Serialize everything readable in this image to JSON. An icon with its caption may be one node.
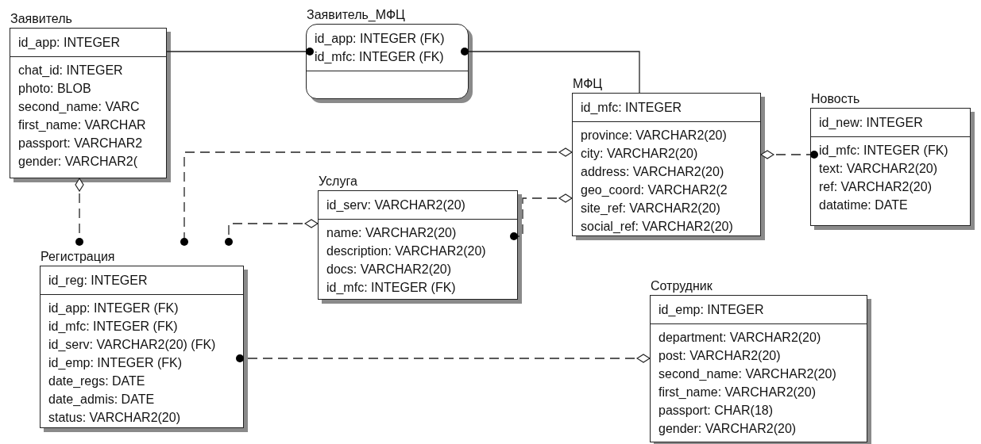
{
  "diagram": {
    "nodes": [
      {
        "text": [
          "Заявитель",
          "id_app: INTEGER",
          "chat_id: INTEGER",
          "photo: BLOB",
          "second_name: VARC",
          "first_name: VARCHAR",
          "passport: VARCHAR2",
          "gender: VARCHAR2("
        ]
      },
      {
        "text": [
          "Заявитель_МФЦ",
          "id_app: INTEGER (FK)",
          "id_mfc: INTEGER (FK)"
        ]
      },
      {
        "text": [
          "МФЦ",
          "id_mfc: INTEGER",
          "province: VARCHAR2(20)",
          "city: VARCHAR2(20)",
          "address: VARCHAR2(20)",
          "geo_coord: VARCHAR2(2",
          "site_ref: VARCHAR2(20)",
          "social_ref: VARCHAR2(20)"
        ]
      },
      {
        "text": [
          "Новость",
          "id_new: INTEGER",
          "id_mfc: INTEGER (FK)",
          "text: VARCHAR2(20)",
          "ref: VARCHAR2(20)",
          "datatime: DATE"
        ]
      },
      {
        "text": [
          "Услуга",
          "id_serv: VARCHAR2(20)",
          "name: VARCHAR2(20)",
          "description: VARCHAR2(20)",
          "docs: VARCHAR2(20)",
          "id_mfc: INTEGER (FK)"
        ]
      },
      {
        "text": [
          "Регистрация",
          "id_reg: INTEGER",
          "id_app: INTEGER (FK)",
          "id_mfc: INTEGER (FK)",
          "id_serv: VARCHAR2(20) (FK)",
          "id_emp: INTEGER (FK)",
          "date_regs: DATE",
          "date_admis: DATE",
          "status: VARCHAR2(20)"
        ]
      },
      {
        "text": [
          "Сотрудник",
          "id_emp: INTEGER",
          "department: VARCHAR2(20)",
          "post: VARCHAR2(20)",
          "second_name: VARCHAR2(20)",
          "first_name: VARCHAR2(20)",
          "passport: CHAR(18)",
          "gender: VARCHAR2(20)"
        ]
      }
    ],
    "edges": [
      {
        "from": 0,
        "to": 1,
        "arrow": "other"
      },
      {
        "from": 2,
        "to": 1,
        "arrow": "other"
      },
      {
        "from": 0,
        "to": 5,
        "arrow": "other",
        "style": "dashed"
      },
      {
        "from": 2,
        "to": 5,
        "arrow": "other",
        "style": "dashed"
      },
      {
        "from": 4,
        "to": 5,
        "arrow": "other",
        "style": "dashed"
      },
      {
        "from": 2,
        "to": 4,
        "arrow": "other",
        "style": "dashed"
      },
      {
        "from": 2,
        "to": 3,
        "arrow": "other",
        "style": "dashed"
      },
      {
        "from": 6,
        "to": 5,
        "arrow": "other",
        "style": "dashed"
      }
    ]
  }
}
